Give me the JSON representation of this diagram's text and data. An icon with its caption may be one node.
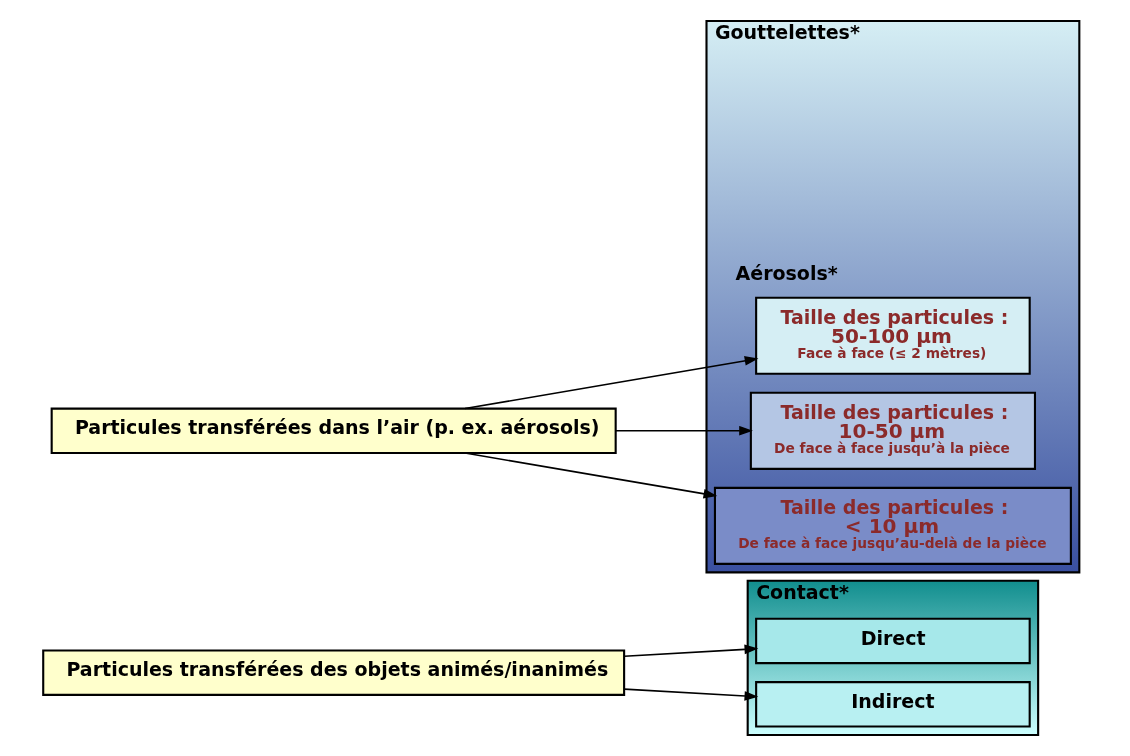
{
  "diagram": {
    "nodes": [
      {
        "text": [
          "Particules transférées des objets animés/inanimés"
        ]
      },
      {
        "text": [
          "Contact*"
        ]
      },
      {
        "text": [
          "Direct"
        ],
        "in": 1
      },
      {
        "text": [
          "Indirect"
        ],
        "in": 1
      },
      {
        "text": [
          "Particules transférées dans l’air (p. ex. aérosols)"
        ]
      },
      {
        "text": [
          "Gouttelettes*",
          "Aérosols*"
        ]
      },
      {
        "text": [
          "Taille des particules :",
          "50-100 µm",
          "Face à face (≤ 2 mètres)"
        ],
        "in": 5
      },
      {
        "text": [
          "Taille des particules :",
          "10-50 µm",
          "De face à face jusqu’à la pièce"
        ],
        "in": 5
      },
      {
        "text": [
          "Taille des particules :",
          "< 10 µm",
          "De face à face jusqu’au-delà de la pièce"
        ],
        "in": 5
      }
    ],
    "edges": [
      {
        "from": 0,
        "to": 2,
        "arrow": "to"
      },
      {
        "from": 0,
        "to": 3,
        "arrow": "to"
      },
      {
        "from": 4,
        "to": 6,
        "arrow": "to"
      },
      {
        "from": 4,
        "to": 7,
        "arrow": "to"
      },
      {
        "from": 4,
        "to": 8,
        "arrow": "to"
      }
    ]
  }
}
